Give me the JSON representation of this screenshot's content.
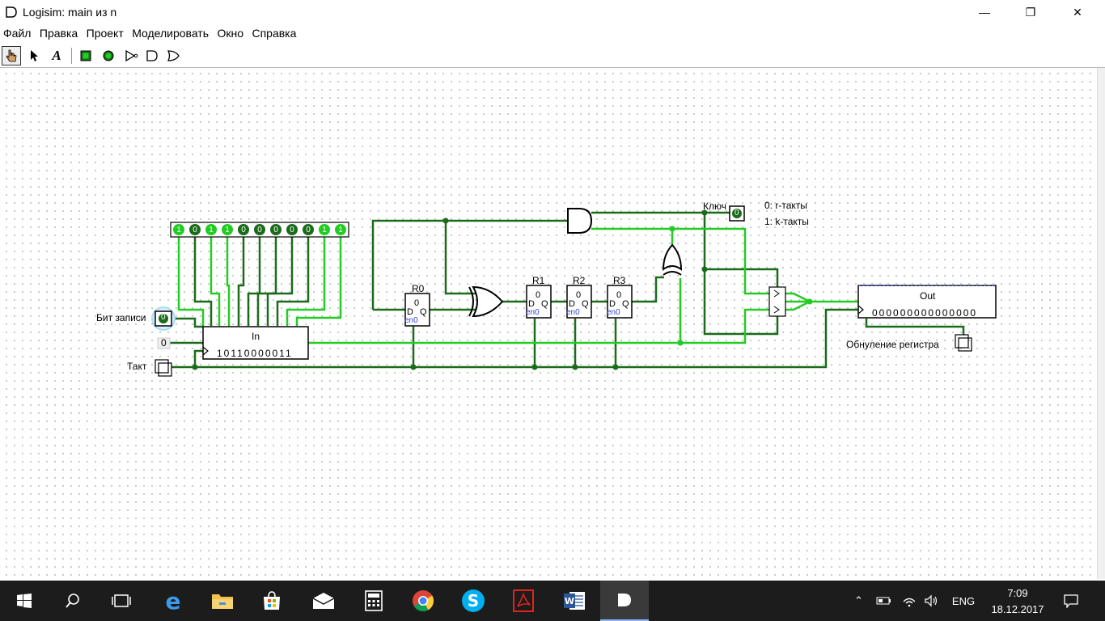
{
  "window": {
    "title": "Logisim: main из n"
  },
  "menu": [
    "Файл",
    "Правка",
    "Проект",
    "Моделировать",
    "Окно",
    "Справка"
  ],
  "toolbar": [
    "poke-tool",
    "select-tool",
    "text-tool",
    "input-pin-tool",
    "output-pin-tool",
    "not-gate-tool",
    "and-gate-tool",
    "or-gate-tool"
  ],
  "circuit": {
    "input_bits": [
      "1",
      "0",
      "1",
      "1",
      "0",
      "0",
      "0",
      "0",
      "0",
      "1",
      "1"
    ],
    "write_bit_label": "Бит записи",
    "write_bit_value": "0",
    "const_value": "0",
    "clock_label": "Такт",
    "in_register": {
      "name": "In",
      "value": "10110000011"
    },
    "r0": {
      "name": "R0",
      "q_value": "0",
      "d": "D",
      "q": "Q",
      "en": "en0"
    },
    "r1": {
      "name": "R1",
      "q_value": "0",
      "d": "D",
      "q": "Q",
      "en": "en0"
    },
    "r2": {
      "name": "R2",
      "q_value": "0",
      "d": "D",
      "q": "Q",
      "en": "en0"
    },
    "r3": {
      "name": "R3",
      "q_value": "0",
      "d": "D",
      "q": "Q",
      "en": "en0"
    },
    "key_label": "Ключ",
    "key_value": "0",
    "key_note_0": "0: r-такты",
    "key_note_1": "1: k-такты",
    "out_register": {
      "name": "Out",
      "value": "000000000000000"
    },
    "reset_label": "Обнуление регистра"
  },
  "taskbar": {
    "lang": "ENG",
    "time": "7:09",
    "date": "18.12.2017"
  },
  "colors": {
    "wire_on": "#22cc22",
    "wire_off": "#1a6b1a",
    "bit_on": "#22cc22",
    "bit_off": "#1a6b1a"
  }
}
